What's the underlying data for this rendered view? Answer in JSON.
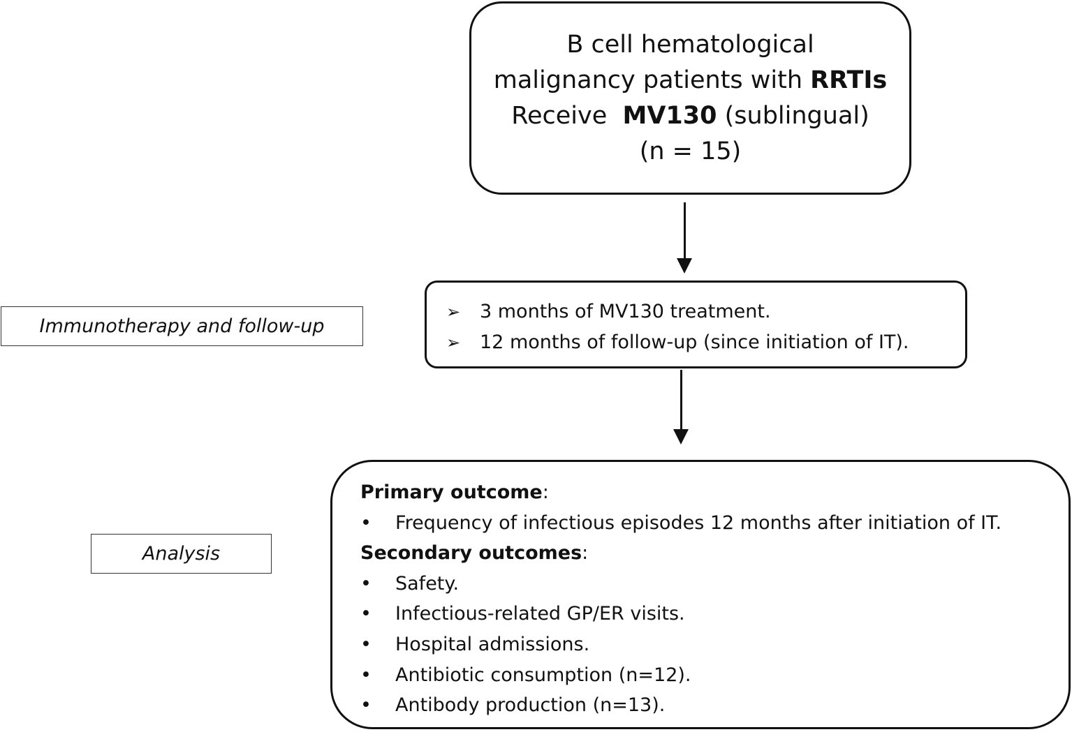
{
  "top_box": {
    "line1": "B cell hematological",
    "line2_plain": "malignancy patients with ",
    "line2_bold": "RRTIs",
    "line3_plain": "Receive ",
    "line3_bold": "MV130",
    "line3_tail": " (sublingual)",
    "line4": "(n = 15)"
  },
  "mid_box": {
    "bullet_glyph": "➢",
    "items": [
      " 3 months of MV130 treatment.",
      "12 months of follow-up (since initiation of IT)."
    ]
  },
  "bottom_box": {
    "bullet_glyph": "•",
    "primary_heading": "Primary outcome",
    "primary_colon": ":",
    "primary_items": [
      "Frequency of infectious episodes 12 months after initiation of IT."
    ],
    "secondary_heading": "Secondary outcomes",
    "secondary_colon": ":",
    "secondary_items": [
      "Safety.",
      "Infectious-related GP/ER visits.",
      "Hospital admissions.",
      "Antibiotic consumption (n=12).",
      "Antibody production (n=13)."
    ]
  },
  "side_labels": {
    "immunotherapy": "Immunotherapy and follow-up",
    "analysis": "Analysis"
  }
}
